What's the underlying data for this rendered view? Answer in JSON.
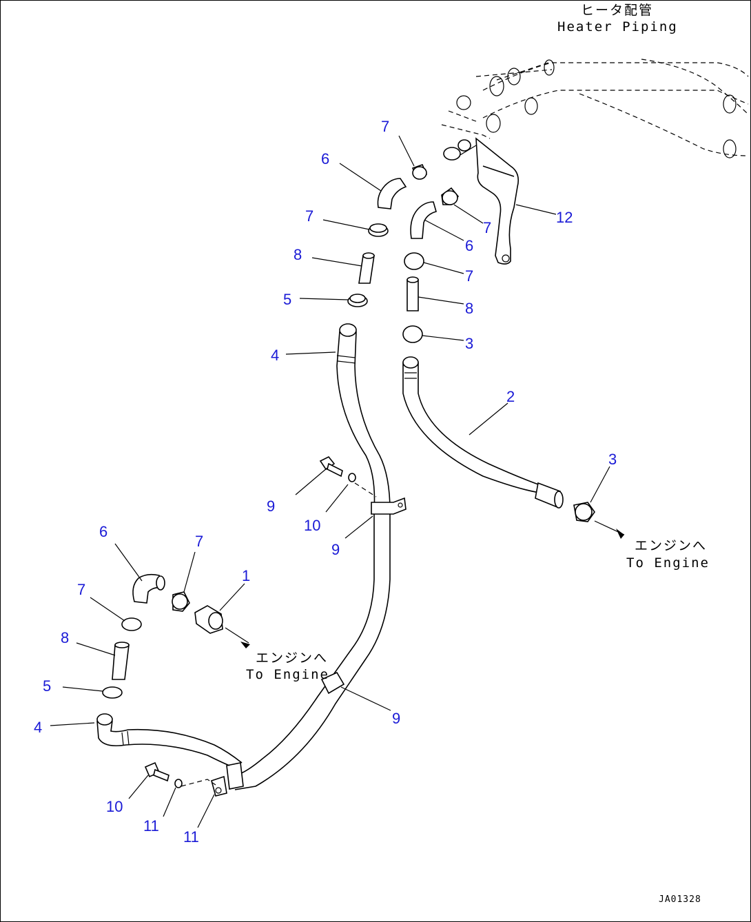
{
  "annotations": {
    "heater_jp": "ヒータ配管",
    "heater_en": "Heater Piping",
    "engine_jp": "エンジンへ",
    "engine_en": "To Engine",
    "drawing_code": "JA01328"
  },
  "callouts": [
    {
      "id": "c1",
      "label": "1"
    },
    {
      "id": "c2",
      "label": "2"
    },
    {
      "id": "c3a",
      "label": "3"
    },
    {
      "id": "c3b",
      "label": "3"
    },
    {
      "id": "c4a",
      "label": "4"
    },
    {
      "id": "c4b",
      "label": "4"
    },
    {
      "id": "c5a",
      "label": "5"
    },
    {
      "id": "c5b",
      "label": "5"
    },
    {
      "id": "c6a",
      "label": "6"
    },
    {
      "id": "c6b",
      "label": "6"
    },
    {
      "id": "c6c",
      "label": "6"
    },
    {
      "id": "c7a",
      "label": "7"
    },
    {
      "id": "c7b",
      "label": "7"
    },
    {
      "id": "c7c",
      "label": "7"
    },
    {
      "id": "c7d",
      "label": "7"
    },
    {
      "id": "c7e",
      "label": "7"
    },
    {
      "id": "c7f",
      "label": "7"
    },
    {
      "id": "c8a",
      "label": "8"
    },
    {
      "id": "c8b",
      "label": "8"
    },
    {
      "id": "c8c",
      "label": "8"
    },
    {
      "id": "c9a",
      "label": "9"
    },
    {
      "id": "c9b",
      "label": "9"
    },
    {
      "id": "c9c",
      "label": "9"
    },
    {
      "id": "c10a",
      "label": "10"
    },
    {
      "id": "c10b",
      "label": "10"
    },
    {
      "id": "c11a",
      "label": "11"
    },
    {
      "id": "c11b",
      "label": "11"
    },
    {
      "id": "c12",
      "label": "12"
    }
  ],
  "colors": {
    "callout": "#1a1ad6",
    "line": "#000000",
    "background": "#ffffff"
  }
}
